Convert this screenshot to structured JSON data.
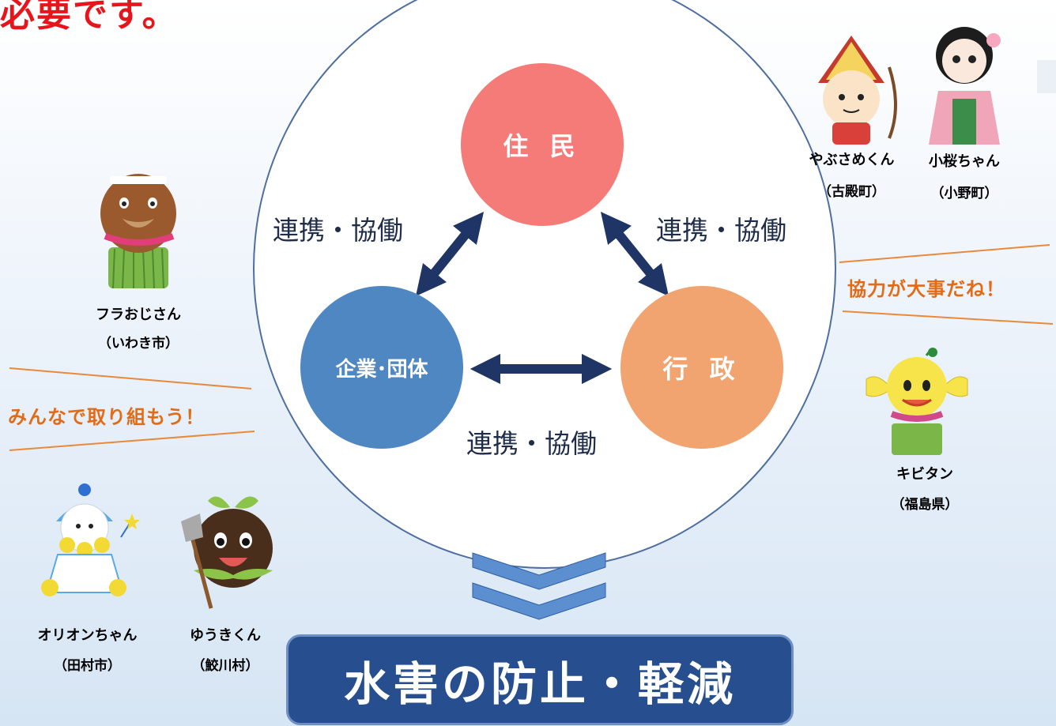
{
  "header": {
    "partial_text": "必要です。"
  },
  "diagram": {
    "nodes": {
      "resident": "住 民",
      "company": "企業･団体",
      "government": "行 政"
    },
    "links": {
      "left": "連携・協働",
      "right": "連携・協働",
      "bottom": "連携・協働"
    },
    "result": "水害の防止・軽減"
  },
  "speech": {
    "left": "みんなで取り組もう！",
    "right": "協力が大事だね！"
  },
  "mascots": {
    "hula": {
      "name": "フラおじさん",
      "place": "（いわき市）"
    },
    "yabusame": {
      "name": "やぶさめくん",
      "place": "（古殿町）"
    },
    "kozakura": {
      "name": "小桜ちゃん",
      "place": "（小野町）"
    },
    "kibitan": {
      "name": "キビタン",
      "place": "（福島県）"
    },
    "orion": {
      "name": "オリオンちゃん",
      "place": "（田村市）"
    },
    "yuki": {
      "name": "ゆうきくん",
      "place": "（鮫川村）"
    }
  },
  "colors": {
    "resident": "#f47b78",
    "company": "#4f87c2",
    "government": "#f1a370",
    "arrow": "#1e3566",
    "result_bg": "#274f8f",
    "speech": "#e36b16",
    "header": "#e8141c"
  }
}
